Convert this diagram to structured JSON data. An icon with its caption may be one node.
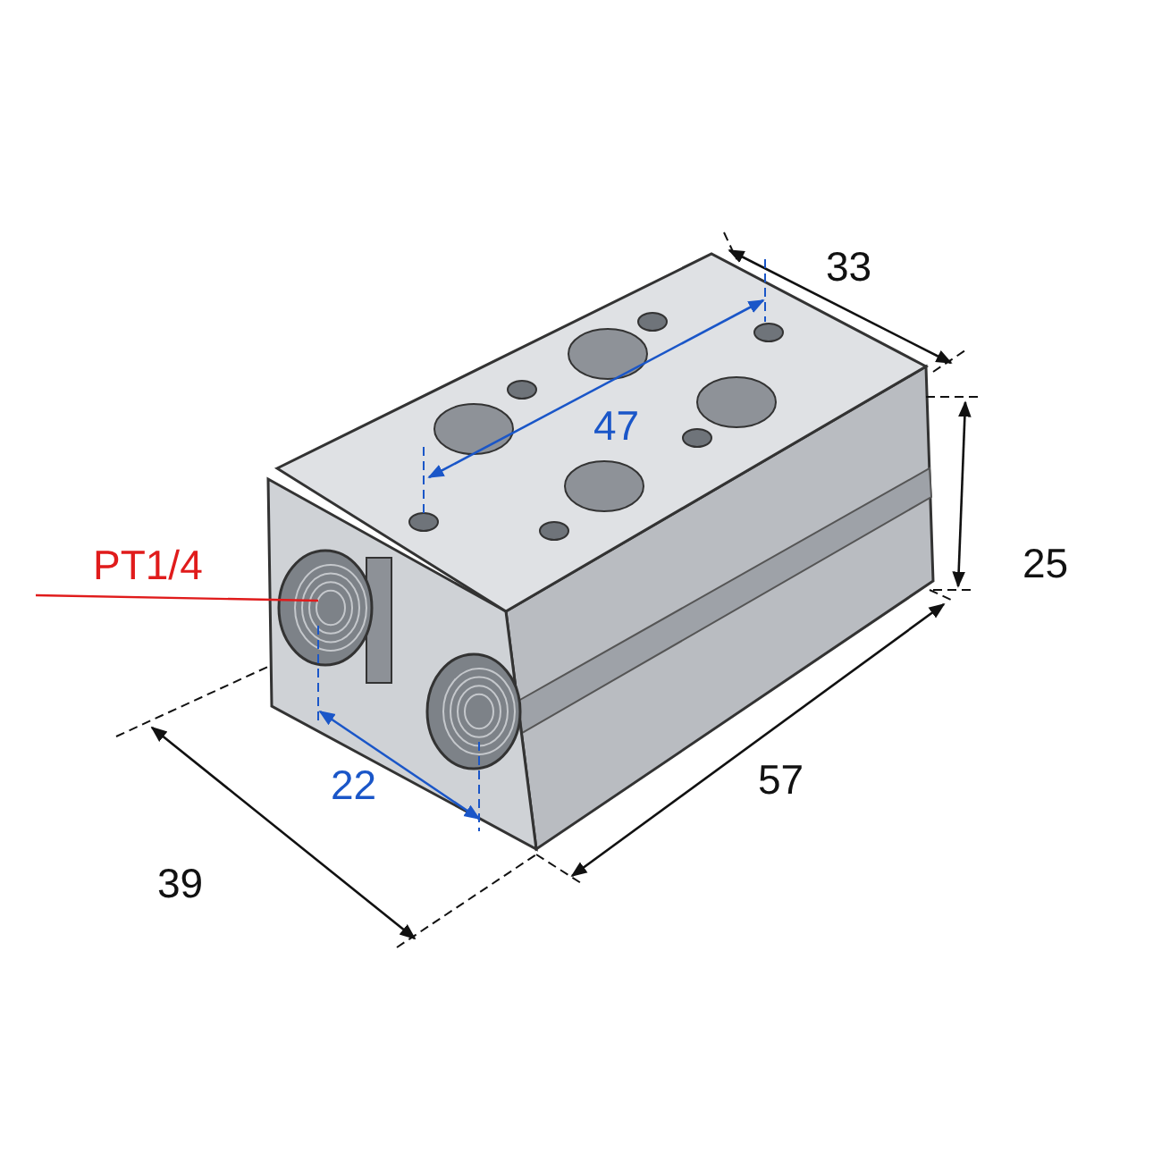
{
  "diagram": {
    "nodes": [
      {
        "text": [
          "PT1/4"
        ]
      },
      {
        "text": [],
        "shape": "circle"
      }
    ],
    "edges": [
      {
        "from": 0,
        "to": 1,
        "arrow": "none"
      }
    ],
    "labels": [
      "33",
      "47",
      "25",
      "22",
      "57",
      "39"
    ]
  }
}
